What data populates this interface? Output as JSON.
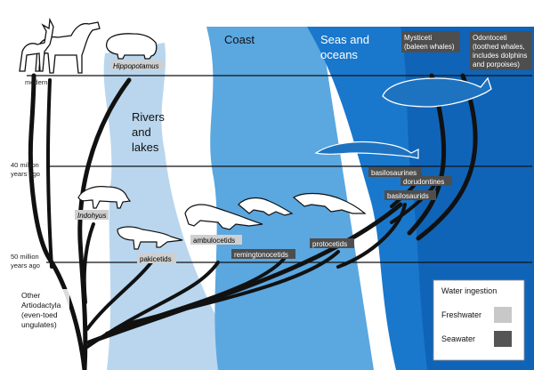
{
  "zones": {
    "coast": "Coast",
    "seas": [
      "Seas and",
      "oceans"
    ],
    "rivers": [
      "Rivers",
      "and",
      "lakes"
    ]
  },
  "time_labels": {
    "modern": "modern",
    "t40": [
      "40 million",
      "years ago"
    ],
    "t50": [
      "50 million",
      "years ago"
    ]
  },
  "taxa": {
    "hippo": "Hippopotamus",
    "indohyus": "Indohyus",
    "pakicetids": "pakicetids",
    "ambulocetids": "ambulocetids",
    "remingtonocetids": "remingtonocetids",
    "protocetids": "protocetids",
    "basilosaurines": "basilosaurines",
    "dorudontines": "dorudontines",
    "basilosaurids": "basilosaurids",
    "mysticeti": [
      "Mysticeti",
      "(baleen whales)"
    ],
    "odontoceti": [
      "Odontoceti",
      "(toothed whales,",
      "includes dolphins",
      "and porpoises)"
    ],
    "other": [
      "Other",
      "Artiodactyla",
      "(even-toed",
      "ungulates)"
    ]
  },
  "legend": {
    "title": "Water ingestion",
    "items": [
      {
        "label": "Freshwater",
        "color": "#c8c8c8"
      },
      {
        "label": "Seawater",
        "color": "#555555"
      }
    ]
  },
  "colors": {
    "rivers": "#b9d6ee",
    "coast": "#5ba7e0",
    "sea": "#1874c9",
    "deep": "#0f64b8"
  }
}
